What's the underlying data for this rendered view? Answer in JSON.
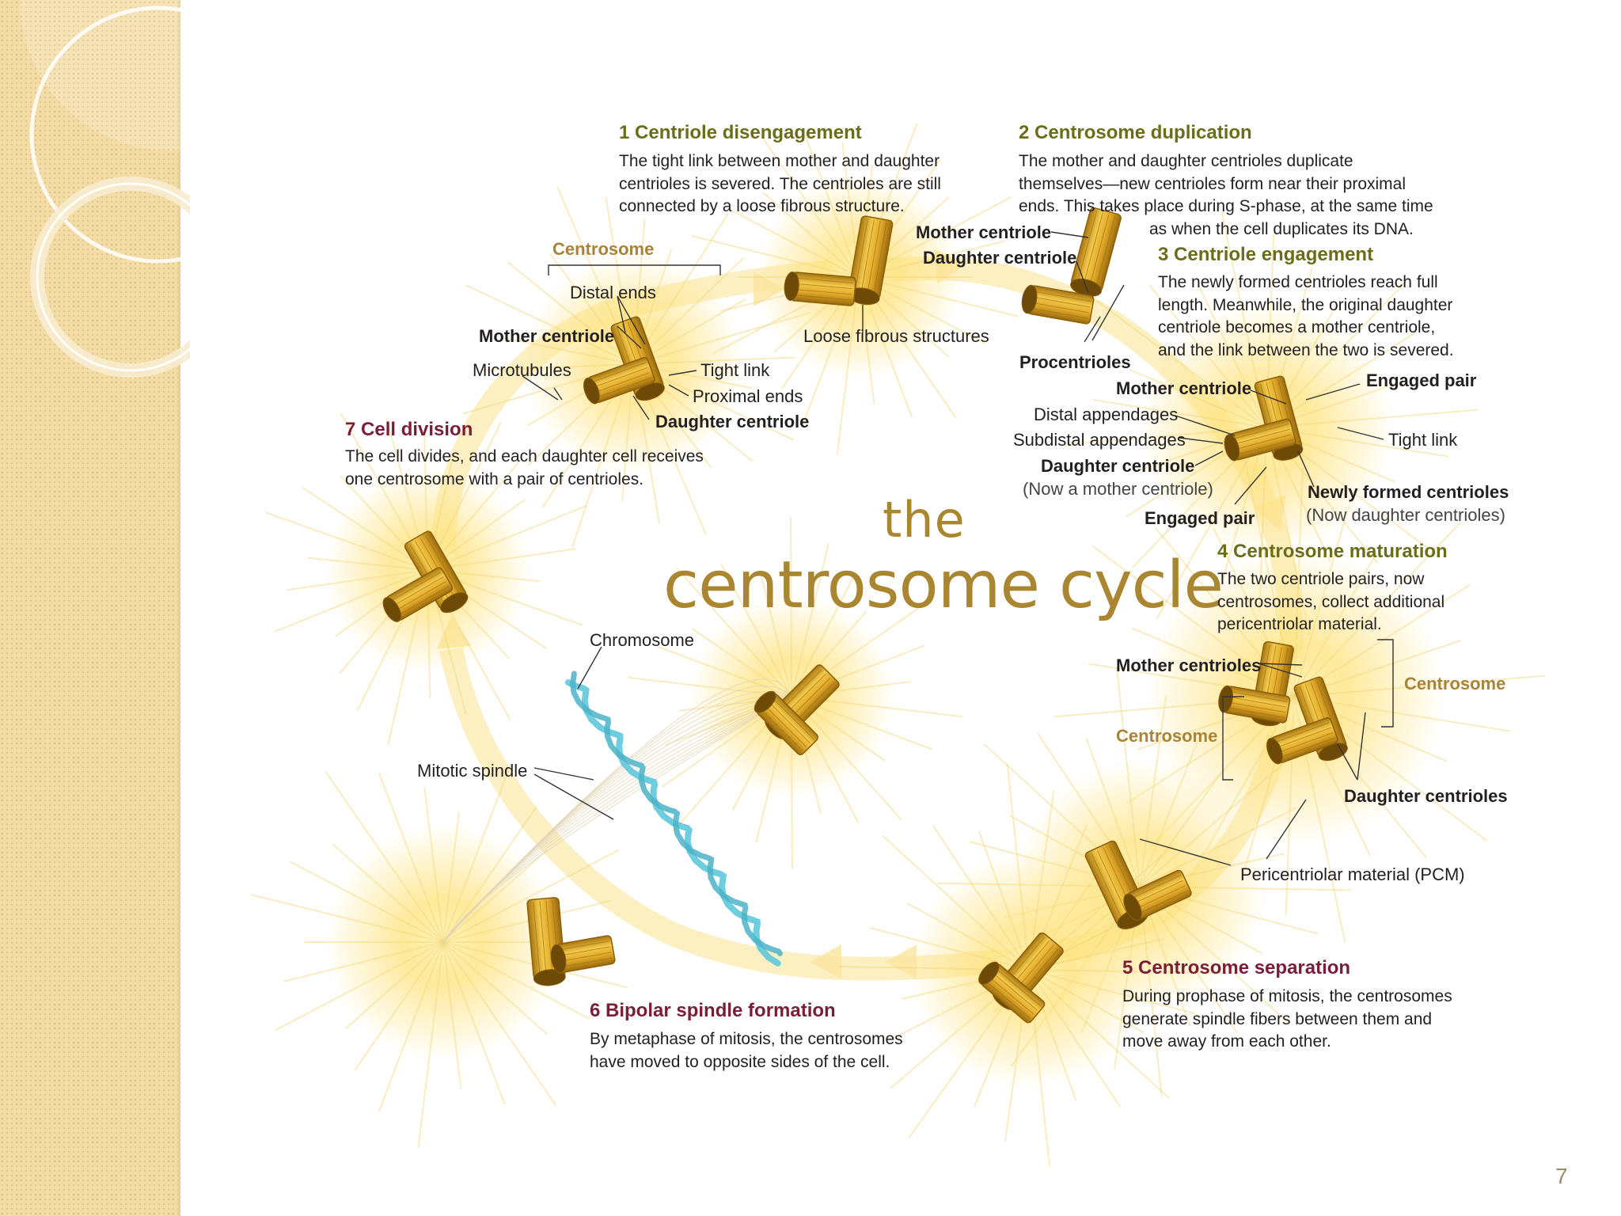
{
  "slide": {
    "page_number": "7"
  },
  "title": {
    "line1": "the",
    "line2": "centrosome cycle"
  },
  "steps": {
    "s1": {
      "heading": "1 Centriole disengagement",
      "lines": [
        "The tight link between mother and daughter",
        "centrioles is severed. The centrioles are still",
        "connected by a loose fibrous structure."
      ]
    },
    "s2": {
      "heading": "2 Centrosome duplication",
      "lines": [
        "The mother and daughter centrioles duplicate",
        "themselves—new centrioles form near their proximal",
        "ends. This takes place during S-phase, at the same time",
        "as when the cell duplicates its DNA."
      ]
    },
    "s3": {
      "heading": "3 Centriole engagement",
      "lines": [
        "The newly formed centrioles reach full",
        "length. Meanwhile, the original daughter",
        "centriole becomes a mother centriole,",
        "and the link between the two is severed."
      ]
    },
    "s4": {
      "heading": "4 Centrosome maturation",
      "lines": [
        "The two centriole pairs, now",
        "centrosomes, collect additional",
        "pericentriolar material."
      ]
    },
    "s5": {
      "heading": "5 Centrosome separation",
      "lines": [
        "During prophase of mitosis, the centrosomes",
        "generate spindle fibers between them and",
        "move away from each other."
      ]
    },
    "s6": {
      "heading": "6 Bipolar spindle formation",
      "lines": [
        "By metaphase of mitosis, the centrosomes",
        "have moved to opposite sides of the cell."
      ]
    },
    "s7": {
      "heading": "7 Cell division",
      "lines": [
        "The cell divides, and each daughter cell receives",
        "one centrosome with a pair of centrioles."
      ]
    }
  },
  "labels": {
    "centrosome_top": "Centrosome",
    "distal_ends": "Distal ends",
    "mother_centriole_1": "Mother centriole",
    "microtubules": "Microtubules",
    "tight_link_1": "Tight link",
    "proximal_ends": "Proximal ends",
    "daughter_centriole_1": "Daughter centriole",
    "loose_fibrous": "Loose fibrous structures",
    "mother_centriole_2": "Mother centriole",
    "daughter_centriole_2": "Daughter centriole",
    "procentrioles": "Procentrioles",
    "mother_centriole_3": "Mother centriole",
    "engaged_pair_1": "Engaged pair",
    "distal_appendages": "Distal appendages",
    "subdistal_appendages": "Subdistal appendages",
    "tight_link_2": "Tight link",
    "daughter_centriole_3": "Daughter centriole",
    "now_mother": "(Now a mother centriole)",
    "newly_formed": "Newly formed centrioles",
    "now_daughter": "(Now daughter centrioles)",
    "engaged_pair_2": "Engaged pair",
    "mother_centrioles": "Mother centrioles",
    "centrosome_right": "Centrosome",
    "centrosome_left": "Centrosome",
    "daughter_centrioles": "Daughter centrioles",
    "pcm": "Pericentriolar material (PCM)",
    "chromosome": "Chromosome",
    "mitotic_spindle": "Mitotic spindle"
  },
  "colors": {
    "heading_green": "#6b6d18",
    "heading_red": "#7a1d36",
    "title_gold": "#a9862f",
    "centriole": "#d9a523",
    "glow": "#ffe27a",
    "chromosome": "#5ec8da"
  }
}
